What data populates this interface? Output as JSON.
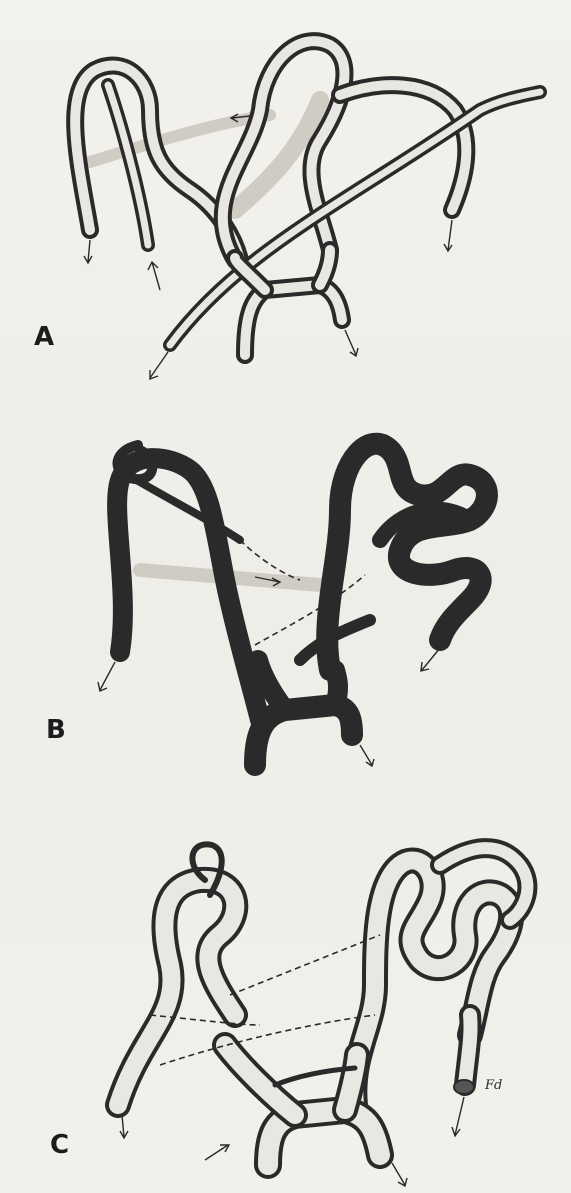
{
  "figure": {
    "panels": [
      {
        "label": "A"
      },
      {
        "label": "B"
      },
      {
        "label": "C"
      }
    ],
    "signature": "Fd"
  }
}
